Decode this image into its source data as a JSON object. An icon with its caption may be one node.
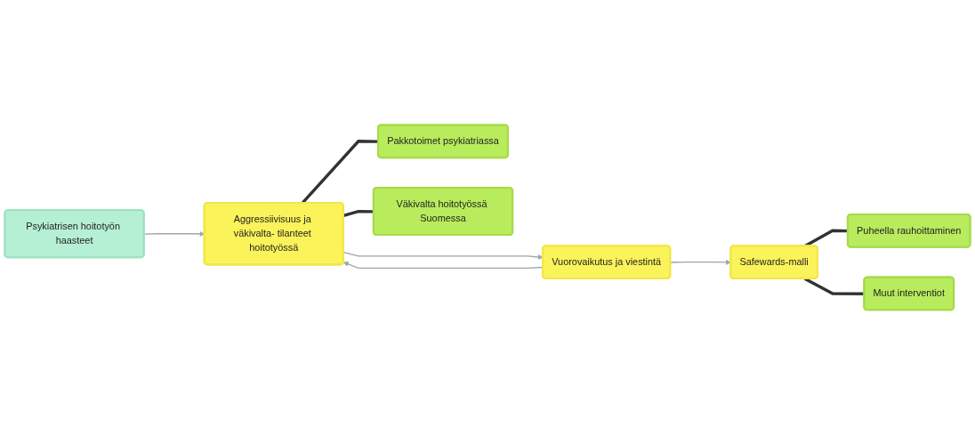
{
  "diagram": {
    "nodes": [
      {
        "text": [
          "Psykiatrisen hoitotyön haasteet"
        ]
      },
      {
        "text": [
          "Aggressiivisuus ja väkivalta- tilanteet hoitotyössä"
        ]
      },
      {
        "text": [
          "Vuorovaikutus ja viestintä"
        ]
      },
      {
        "text": [
          "Safewards-malli"
        ]
      },
      {
        "text": [
          "Pakkotoimet psykiatriassa"
        ]
      },
      {
        "text": [
          "Väkivalta hoitotyössä Suomessa"
        ]
      },
      {
        "text": [
          "Puheella rauhoittaminen"
        ]
      },
      {
        "text": [
          "Muut interventiot"
        ]
      }
    ],
    "edges": [
      {
        "from": 0,
        "to": 1,
        "arrow": "to"
      },
      {
        "from": 2,
        "to": 1,
        "arrow": "to"
      },
      {
        "from": 1,
        "to": 2,
        "arrow": "to"
      },
      {
        "from": 2,
        "to": 3,
        "arrow": "to"
      },
      {
        "from": 1,
        "to": 4,
        "arrow": "none",
        "style": "thick",
        "color": "#2f3338"
      },
      {
        "from": 1,
        "to": 5,
        "arrow": "none",
        "style": "thick",
        "color": "#2f3338"
      },
      {
        "from": 3,
        "to": 6,
        "arrow": "none",
        "style": "thick",
        "color": "#2f3338"
      },
      {
        "from": 3,
        "to": 7,
        "arrow": "none",
        "style": "thick",
        "color": "#2f3338"
      }
    ]
  }
}
